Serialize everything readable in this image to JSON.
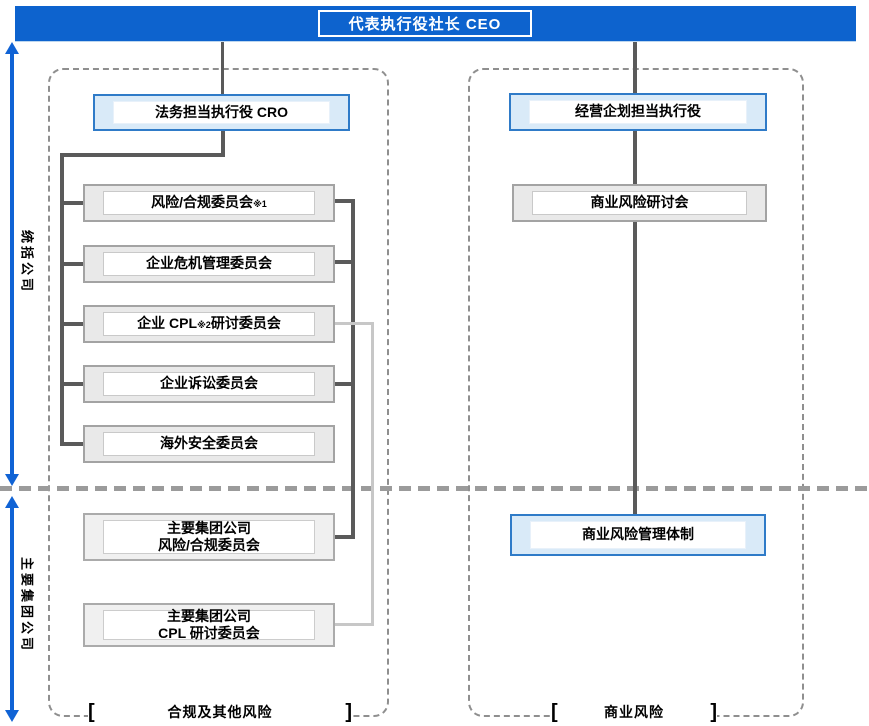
{
  "banner": {
    "title": "代表执行役社长 CEO"
  },
  "axis": {
    "holding_label": "统括公司",
    "group_label": "主要集团公司"
  },
  "compliance_section": {
    "head": "法务担当执行役 CRO",
    "committees": [
      {
        "pre": "风险/合规委员会",
        "sup": "※1",
        "post": ""
      },
      {
        "pre": "企业危机管理委员会",
        "sup": "",
        "post": ""
      },
      {
        "pre": "企业 CPL",
        "sup": "※2",
        "post": "研讨委员会"
      },
      {
        "pre": "企业诉讼委员会",
        "sup": "",
        "post": ""
      },
      {
        "pre": "海外安全委员会",
        "sup": "",
        "post": ""
      }
    ],
    "group_committees": [
      {
        "line1": "主要集团公司",
        "line2": "风险/合规委员会"
      },
      {
        "line1": "主要集团公司",
        "line2": "CPL 研讨委员会"
      }
    ],
    "footer": {
      "open": "[",
      "label": "合规及其他风险",
      "close": "]"
    }
  },
  "business_section": {
    "head": "经营企划担当执行役",
    "study_meeting": "商业风险研讨会",
    "management_system": "商业风险管理体制",
    "footer": {
      "open": "[",
      "label": "商业风险",
      "close": "]"
    }
  },
  "colors": {
    "banner_blue": "#0d63ce",
    "arrow_blue": "#1063d5",
    "box_blue_border": "#2f7bc8",
    "box_blue_fill": "#d9eaf8",
    "box_gray_fill": "#e9e9e9",
    "box_gray_border": "#a3a3a3",
    "connector_dark": "#5a5a5a",
    "connector_light": "#c7c7c7",
    "divider_gray": "#9b9b9b"
  }
}
